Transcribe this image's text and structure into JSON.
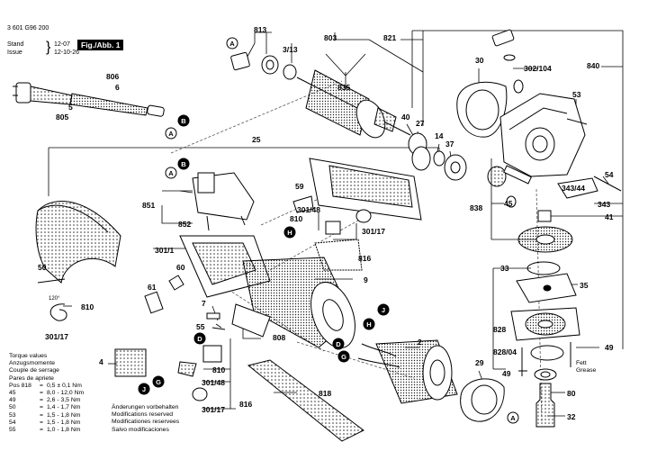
{
  "header": {
    "doc_number": "3 601 G96 200",
    "stand_label": "Stand",
    "stand_date": "12-07",
    "issue_label": "Issue",
    "issue_date": "12-10-26",
    "figure_tag": "Fig./Abb. 1"
  },
  "torque": {
    "heading": [
      "Torque values",
      "Anzugsmomente",
      "Couple de serrage",
      "Pares de apriete"
    ],
    "rows": [
      {
        "pos": "Pos 818",
        "eq": "=",
        "val": "0,5 ± 0,1 Nm"
      },
      {
        "pos": "45",
        "eq": "=",
        "val": "8,0 - 12,0 Nm"
      },
      {
        "pos": "49",
        "eq": "=",
        "val": "2,6 - 3,5 Nm"
      },
      {
        "pos": "50",
        "eq": "=",
        "val": "1,4 - 1,7 Nm"
      },
      {
        "pos": "53",
        "eq": "=",
        "val": "1,5 - 1,8 Nm"
      },
      {
        "pos": "54",
        "eq": "=",
        "val": "1,5 - 1,8 Nm"
      },
      {
        "pos": "55",
        "eq": "=",
        "val": "1,0 - 1,8 Nm"
      }
    ]
  },
  "reserved": [
    "Änderungen vorbehalten",
    "Modifications reserved",
    "Modificationes reservees",
    "Salvo modificaciones"
  ],
  "fett": [
    "Fett",
    "Grease"
  ],
  "angle": "120°",
  "part_labels": [
    {
      "id": "806",
      "t": "806"
    },
    {
      "id": "6",
      "t": "6"
    },
    {
      "id": "5",
      "t": "5"
    },
    {
      "id": "805",
      "t": "805"
    },
    {
      "id": "813",
      "t": "813"
    },
    {
      "id": "3-13",
      "t": "3/13"
    },
    {
      "id": "803",
      "t": "803"
    },
    {
      "id": "835",
      "t": "835"
    },
    {
      "id": "821",
      "t": "821"
    },
    {
      "id": "840",
      "t": "840"
    },
    {
      "id": "30",
      "t": "30"
    },
    {
      "id": "302-104",
      "t": "302/104"
    },
    {
      "id": "53",
      "t": "53"
    },
    {
      "id": "27",
      "t": "27"
    },
    {
      "id": "40",
      "t": "40"
    },
    {
      "id": "14",
      "t": "14"
    },
    {
      "id": "37",
      "t": "37"
    },
    {
      "id": "25",
      "t": "25"
    },
    {
      "id": "59",
      "t": "59"
    },
    {
      "id": "851",
      "t": "851"
    },
    {
      "id": "852",
      "t": "852"
    },
    {
      "id": "810a",
      "t": "810"
    },
    {
      "id": "301-48a",
      "t": "301/48"
    },
    {
      "id": "301-17a",
      "t": "301/17"
    },
    {
      "id": "816a",
      "t": "816"
    },
    {
      "id": "301-1",
      "t": "301/1"
    },
    {
      "id": "60",
      "t": "60"
    },
    {
      "id": "61",
      "t": "61"
    },
    {
      "id": "50",
      "t": "50"
    },
    {
      "id": "9",
      "t": "9"
    },
    {
      "id": "7",
      "t": "7"
    },
    {
      "id": "55",
      "t": "55"
    },
    {
      "id": "808",
      "t": "808"
    },
    {
      "id": "810b",
      "t": "810"
    },
    {
      "id": "301-17b",
      "t": "301/17"
    },
    {
      "id": "4",
      "t": "4"
    },
    {
      "id": "810c",
      "t": "810"
    },
    {
      "id": "301-48b",
      "t": "301/48"
    },
    {
      "id": "301-17c",
      "t": "301/17"
    },
    {
      "id": "816b",
      "t": "816"
    },
    {
      "id": "818",
      "t": "818"
    },
    {
      "id": "2",
      "t": "2"
    },
    {
      "id": "29",
      "t": "29"
    },
    {
      "id": "54",
      "t": "54"
    },
    {
      "id": "343-44",
      "t": "343/44"
    },
    {
      "id": "343",
      "t": "343"
    },
    {
      "id": "838",
      "t": "838"
    },
    {
      "id": "45",
      "t": "45"
    },
    {
      "id": "41",
      "t": "41"
    },
    {
      "id": "33",
      "t": "33"
    },
    {
      "id": "35",
      "t": "35"
    },
    {
      "id": "828",
      "t": "828"
    },
    {
      "id": "828-04",
      "t": "828/04"
    },
    {
      "id": "49a",
      "t": "49"
    },
    {
      "id": "49b",
      "t": "49"
    },
    {
      "id": "80",
      "t": "80"
    },
    {
      "id": "32",
      "t": "32"
    }
  ],
  "callouts": [
    {
      "id": "A1",
      "t": "A"
    },
    {
      "id": "B1",
      "t": "B"
    },
    {
      "id": "A2",
      "t": "A"
    },
    {
      "id": "B2",
      "t": "B"
    },
    {
      "id": "A3",
      "t": "A"
    },
    {
      "id": "H1",
      "t": "H"
    },
    {
      "id": "J1",
      "t": "J"
    },
    {
      "id": "H2",
      "t": "H"
    },
    {
      "id": "D1",
      "t": "D"
    },
    {
      "id": "D2",
      "t": "D"
    },
    {
      "id": "G1",
      "t": "G"
    },
    {
      "id": "G2",
      "t": "G"
    },
    {
      "id": "J2",
      "t": "J"
    },
    {
      "id": "A4",
      "t": "A"
    }
  ]
}
